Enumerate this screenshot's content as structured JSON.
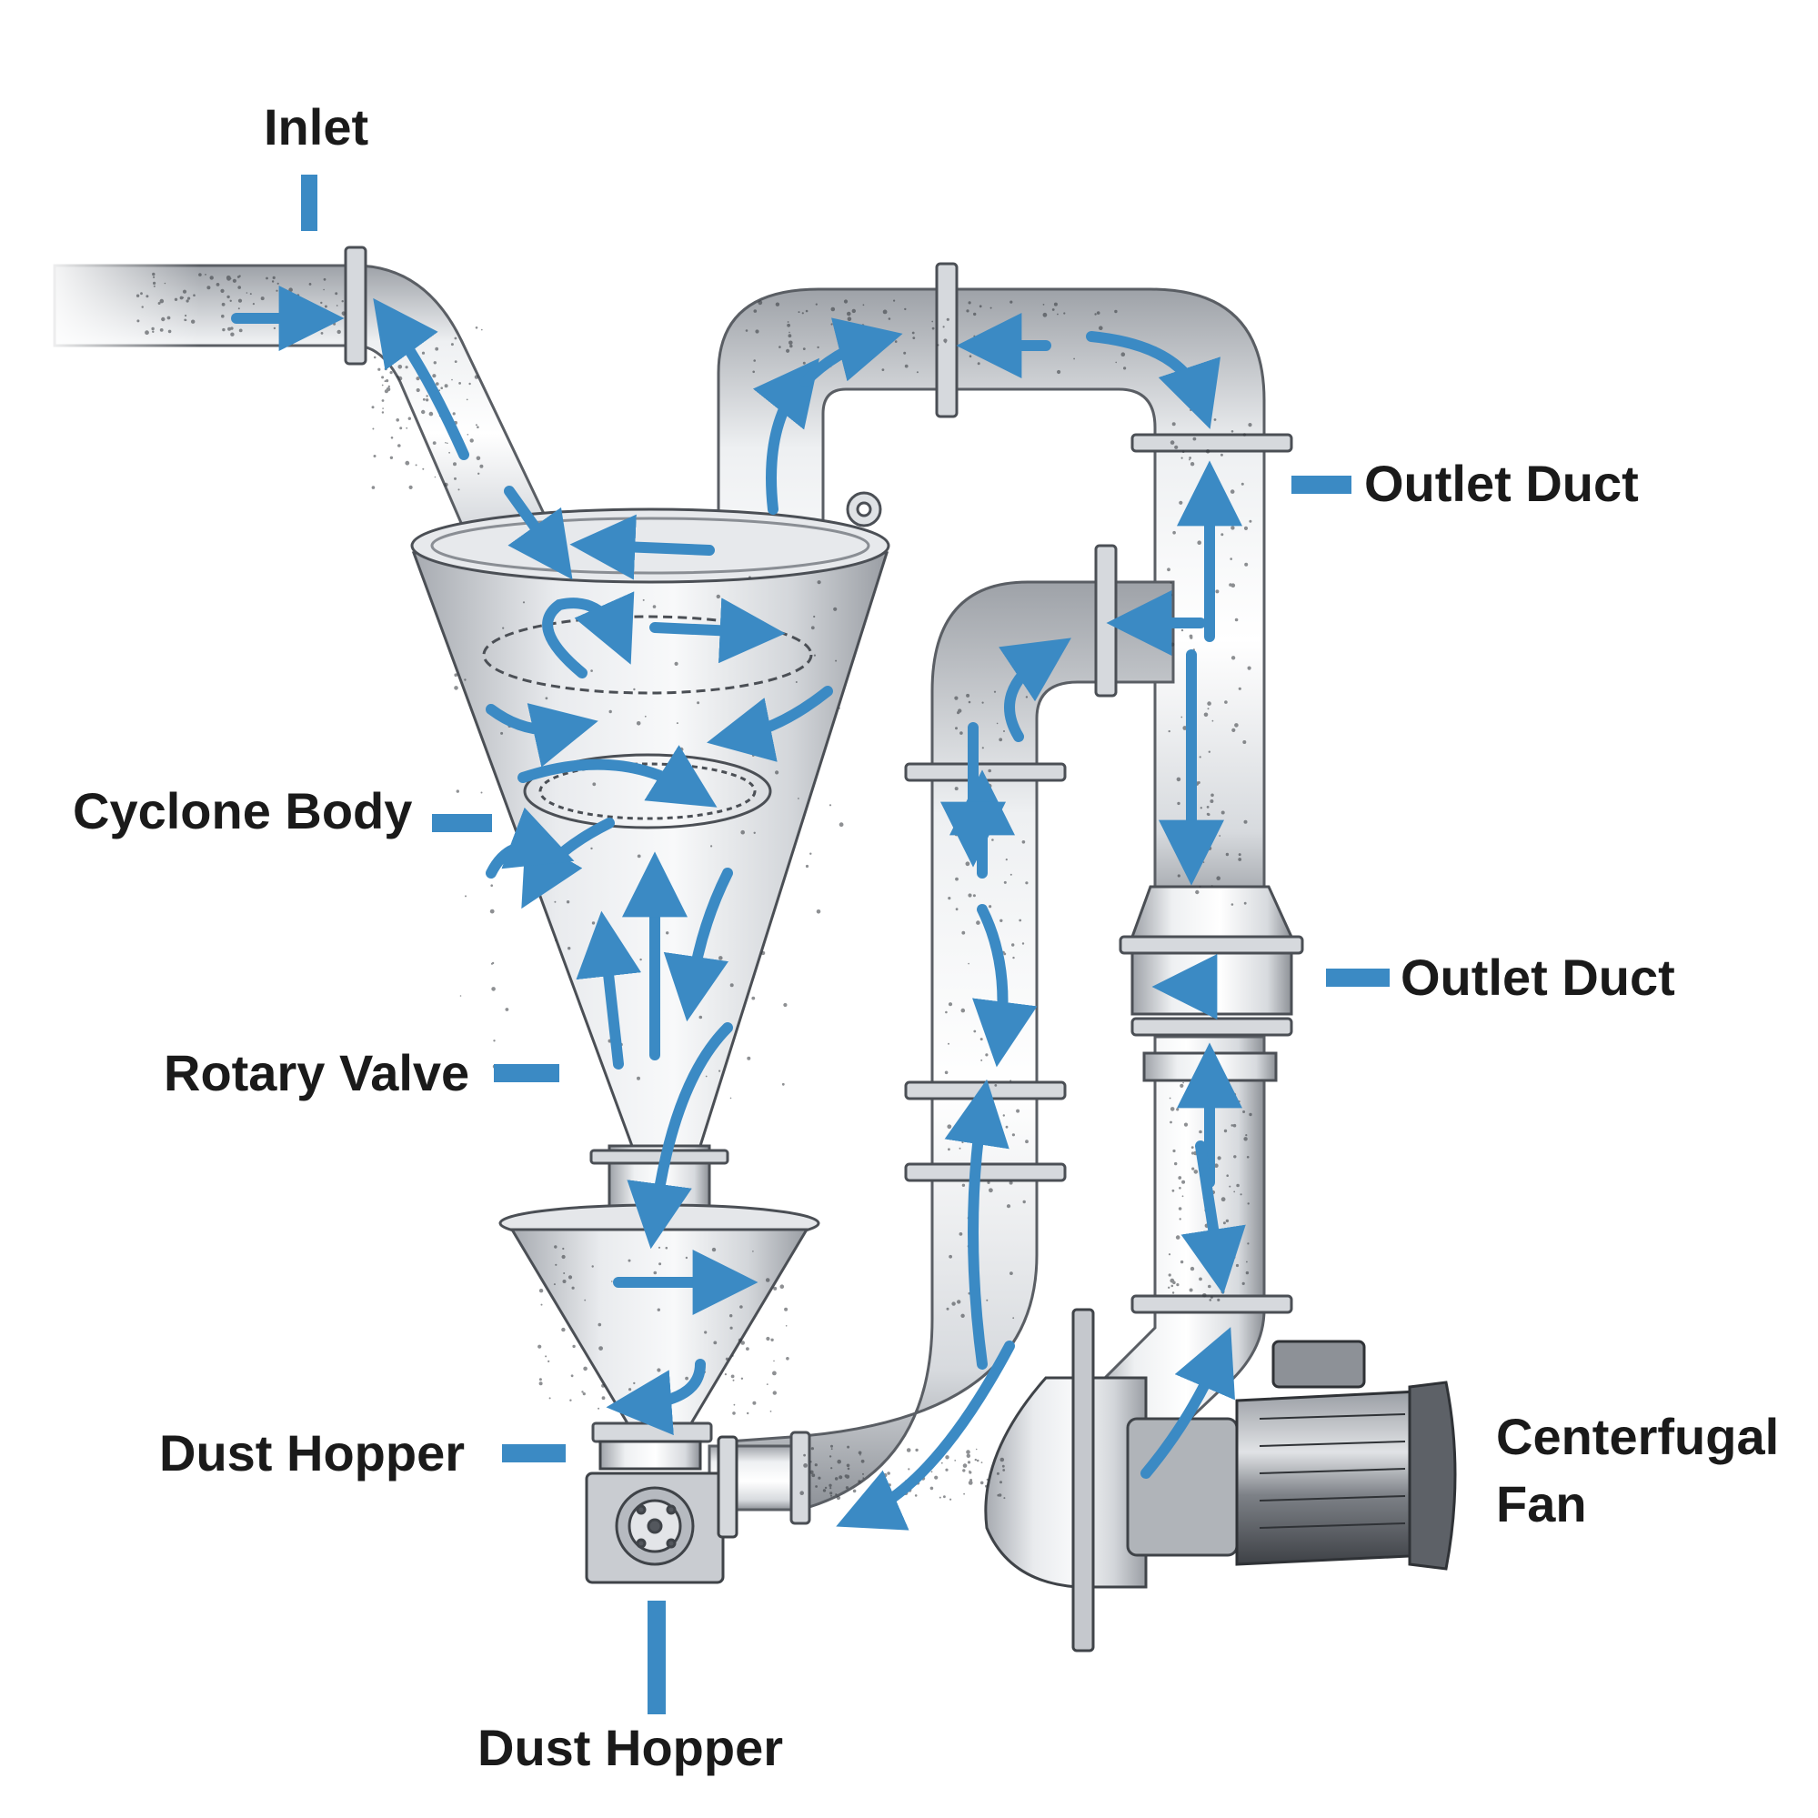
{
  "labels": {
    "inlet": "Inlet",
    "outlet_duct_upper": "Outlet Duct",
    "outlet_duct_lower": "Outlet Duct",
    "cyclone_body": "Cyclone Body",
    "rotary_valve": "Rotary Valve",
    "dust_hopper_side": "Dust Hopper",
    "dust_hopper_bottom": "Dust Hopper",
    "centrifugal_fan_line1": "Centerfugal",
    "centrifugal_fan_line2": "Fan"
  },
  "colors": {
    "flow_arrow": "#3b8ac4",
    "label_text": "#1a1a1a",
    "metal_light": "#f2f3f5",
    "metal_mid": "#c9ccd1",
    "metal_dark": "#6b6f75",
    "motor": "#5d6167",
    "background": "#ffffff"
  },
  "icons": {
    "flow": "flow-arrow-icon",
    "motor": "motor-icon",
    "valve": "rotary-valve-icon"
  }
}
